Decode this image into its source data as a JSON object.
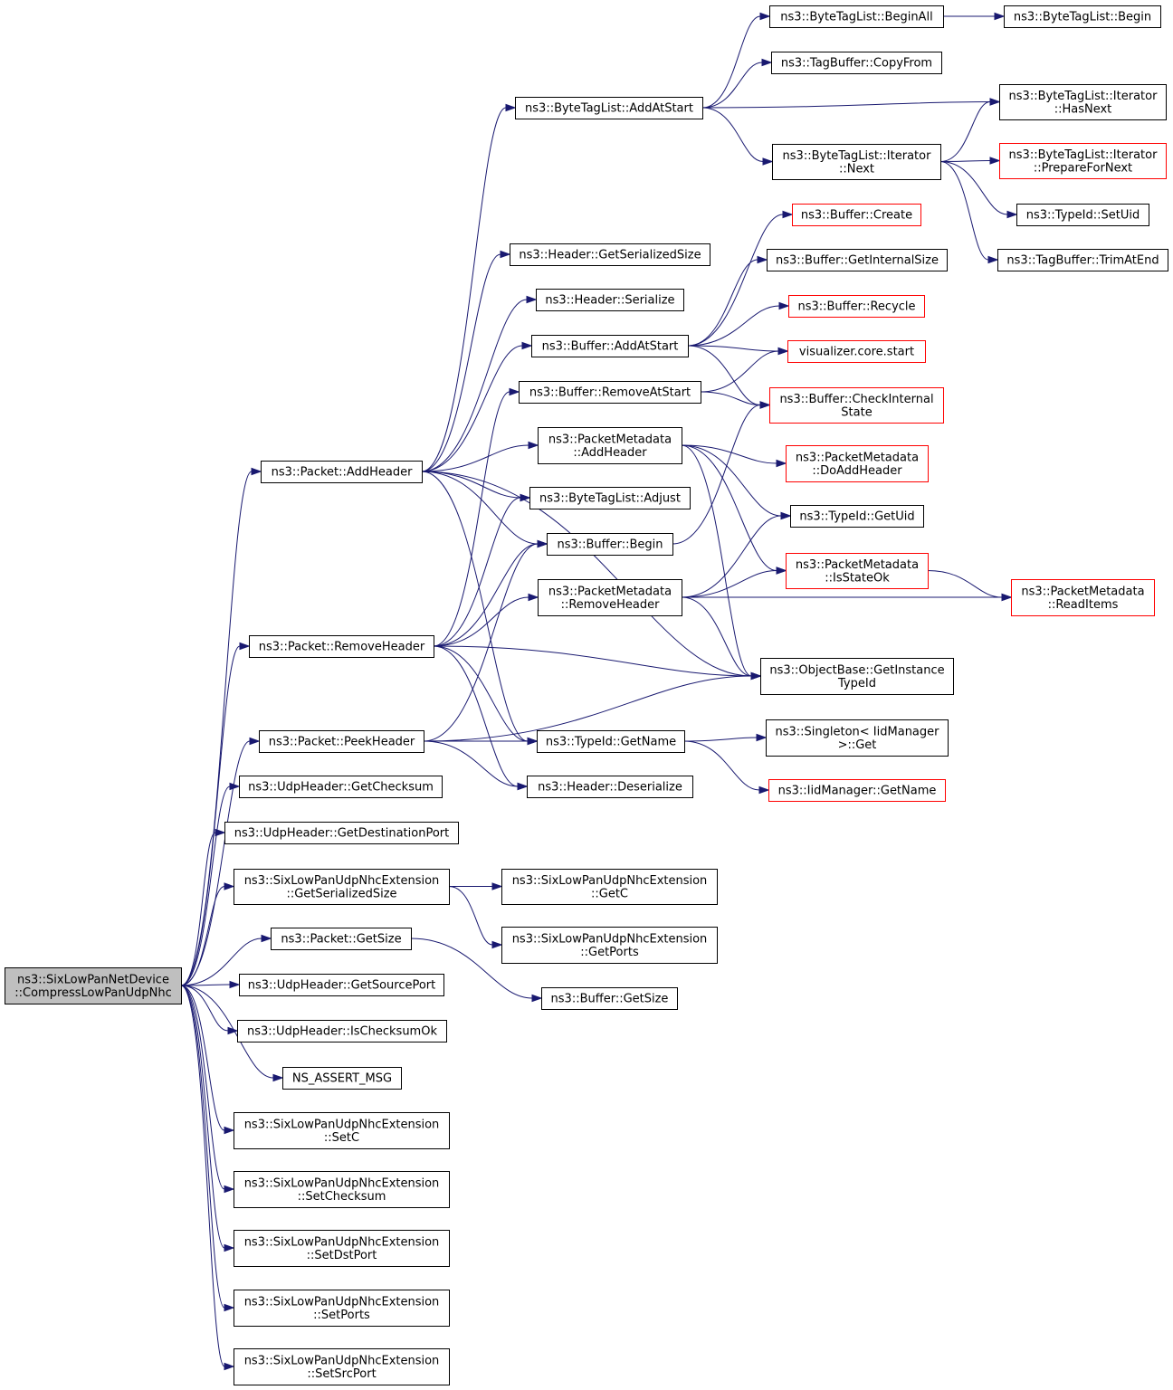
{
  "nodes": [
    {
      "id": "root",
      "lines": [
        "ns3::SixLowPanNetDevice",
        "::CompressLowPanUdpNhc"
      ],
      "style": "root"
    },
    {
      "id": "pkt_addheader",
      "lines": [
        "ns3::Packet::AddHeader"
      ],
      "style": "normal"
    },
    {
      "id": "pkt_removeheader",
      "lines": [
        "ns3::Packet::RemoveHeader"
      ],
      "style": "normal"
    },
    {
      "id": "pkt_peekheader",
      "lines": [
        "ns3::Packet::PeekHeader"
      ],
      "style": "normal"
    },
    {
      "id": "udp_getchecksum",
      "lines": [
        "ns3::UdpHeader::GetChecksum"
      ],
      "style": "normal"
    },
    {
      "id": "udp_getdstport",
      "lines": [
        "ns3::UdpHeader::GetDestinationPort"
      ],
      "style": "normal"
    },
    {
      "id": "nhc_getserializedsize",
      "lines": [
        "ns3::SixLowPanUdpNhcExtension",
        "::GetSerializedSize"
      ],
      "style": "normal"
    },
    {
      "id": "pkt_getsize",
      "lines": [
        "ns3::Packet::GetSize"
      ],
      "style": "normal"
    },
    {
      "id": "udp_getsrcport",
      "lines": [
        "ns3::UdpHeader::GetSourcePort"
      ],
      "style": "normal"
    },
    {
      "id": "udp_ischecksumok",
      "lines": [
        "ns3::UdpHeader::IsChecksumOk"
      ],
      "style": "normal"
    },
    {
      "id": "ns_assert_msg",
      "lines": [
        "NS_ASSERT_MSG"
      ],
      "style": "normal"
    },
    {
      "id": "nhc_setc",
      "lines": [
        "ns3::SixLowPanUdpNhcExtension",
        "::SetC"
      ],
      "style": "normal"
    },
    {
      "id": "nhc_setchecksum",
      "lines": [
        "ns3::SixLowPanUdpNhcExtension",
        "::SetChecksum"
      ],
      "style": "normal"
    },
    {
      "id": "nhc_setdstport",
      "lines": [
        "ns3::SixLowPanUdpNhcExtension",
        "::SetDstPort"
      ],
      "style": "normal"
    },
    {
      "id": "nhc_setports",
      "lines": [
        "ns3::SixLowPanUdpNhcExtension",
        "::SetPorts"
      ],
      "style": "normal"
    },
    {
      "id": "nhc_setsrcport",
      "lines": [
        "ns3::SixLowPanUdpNhcExtension",
        "::SetSrcPort"
      ],
      "style": "normal"
    },
    {
      "id": "btl_addatstart",
      "lines": [
        "ns3::ByteTagList::AddAtStart"
      ],
      "style": "normal"
    },
    {
      "id": "hdr_getserializedsize",
      "lines": [
        "ns3::Header::GetSerializedSize"
      ],
      "style": "normal"
    },
    {
      "id": "hdr_serialize",
      "lines": [
        "ns3::Header::Serialize"
      ],
      "style": "normal"
    },
    {
      "id": "buf_addatstart",
      "lines": [
        "ns3::Buffer::AddAtStart"
      ],
      "style": "normal"
    },
    {
      "id": "buf_removeatstart",
      "lines": [
        "ns3::Buffer::RemoveAtStart"
      ],
      "style": "normal"
    },
    {
      "id": "pm_addheader",
      "lines": [
        "ns3::PacketMetadata",
        "::AddHeader"
      ],
      "style": "normal"
    },
    {
      "id": "btl_adjust",
      "lines": [
        "ns3::ByteTagList::Adjust"
      ],
      "style": "normal"
    },
    {
      "id": "buf_begin",
      "lines": [
        "ns3::Buffer::Begin"
      ],
      "style": "normal"
    },
    {
      "id": "pm_removeheader",
      "lines": [
        "ns3::PacketMetadata",
        "::RemoveHeader"
      ],
      "style": "normal"
    },
    {
      "id": "typeid_getname",
      "lines": [
        "ns3::TypeId::GetName"
      ],
      "style": "normal"
    },
    {
      "id": "hdr_deserialize",
      "lines": [
        "ns3::Header::Deserialize"
      ],
      "style": "normal"
    },
    {
      "id": "nhc_getc",
      "lines": [
        "ns3::SixLowPanUdpNhcExtension",
        "::GetC"
      ],
      "style": "normal"
    },
    {
      "id": "nhc_getports",
      "lines": [
        "ns3::SixLowPanUdpNhcExtension",
        "::GetPorts"
      ],
      "style": "normal"
    },
    {
      "id": "buf_getsize",
      "lines": [
        "ns3::Buffer::GetSize"
      ],
      "style": "normal"
    },
    {
      "id": "btl_beginall",
      "lines": [
        "ns3::ByteTagList::BeginAll"
      ],
      "style": "normal"
    },
    {
      "id": "tagbuf_copyfrom",
      "lines": [
        "ns3::TagBuffer::CopyFrom"
      ],
      "style": "normal"
    },
    {
      "id": "btli_next",
      "lines": [
        "ns3::ByteTagList::Iterator",
        "::Next"
      ],
      "style": "normal"
    },
    {
      "id": "buf_create",
      "lines": [
        "ns3::Buffer::Create"
      ],
      "style": "red"
    },
    {
      "id": "buf_getinternalsize",
      "lines": [
        "ns3::Buffer::GetInternalSize"
      ],
      "style": "normal"
    },
    {
      "id": "buf_recycle",
      "lines": [
        "ns3::Buffer::Recycle"
      ],
      "style": "red"
    },
    {
      "id": "viz_core_start",
      "lines": [
        "visualizer.core.start"
      ],
      "style": "red"
    },
    {
      "id": "buf_checkinternalstate",
      "lines": [
        "ns3::Buffer::CheckInternal",
        "State"
      ],
      "style": "red"
    },
    {
      "id": "pm_doaddheader",
      "lines": [
        "ns3::PacketMetadata",
        "::DoAddHeader"
      ],
      "style": "red"
    },
    {
      "id": "typeid_getuid",
      "lines": [
        "ns3::TypeId::GetUid"
      ],
      "style": "normal"
    },
    {
      "id": "pm_isstateok",
      "lines": [
        "ns3::PacketMetadata",
        "::IsStateOk"
      ],
      "style": "red"
    },
    {
      "id": "objbase_getinstancetypeid",
      "lines": [
        "ns3::ObjectBase::GetInstance",
        "TypeId"
      ],
      "style": "normal"
    },
    {
      "id": "singleton_get",
      "lines": [
        "ns3::Singleton< IidManager",
        ">::Get"
      ],
      "style": "normal"
    },
    {
      "id": "iidmgr_getname",
      "lines": [
        "ns3::IidManager::GetName"
      ],
      "style": "red"
    },
    {
      "id": "btl_begin",
      "lines": [
        "ns3::ByteTagList::Begin"
      ],
      "style": "normal"
    },
    {
      "id": "btli_hasnext",
      "lines": [
        "ns3::ByteTagList::Iterator",
        "::HasNext"
      ],
      "style": "normal"
    },
    {
      "id": "btli_preparefornext",
      "lines": [
        "ns3::ByteTagList::Iterator",
        "::PrepareForNext"
      ],
      "style": "red"
    },
    {
      "id": "typeid_setuid",
      "lines": [
        "ns3::TypeId::SetUid"
      ],
      "style": "normal"
    },
    {
      "id": "tagbuf_trimatend",
      "lines": [
        "ns3::TagBuffer::TrimAtEnd"
      ],
      "style": "normal"
    },
    {
      "id": "pm_readitems",
      "lines": [
        "ns3::PacketMetadata",
        "::ReadItems"
      ],
      "style": "red"
    }
  ],
  "edges": [
    [
      "root",
      "pkt_addheader"
    ],
    [
      "root",
      "pkt_removeheader"
    ],
    [
      "root",
      "pkt_peekheader"
    ],
    [
      "root",
      "udp_getchecksum"
    ],
    [
      "root",
      "udp_getdstport"
    ],
    [
      "root",
      "nhc_getserializedsize"
    ],
    [
      "root",
      "pkt_getsize"
    ],
    [
      "root",
      "udp_getsrcport"
    ],
    [
      "root",
      "udp_ischecksumok"
    ],
    [
      "root",
      "ns_assert_msg"
    ],
    [
      "root",
      "nhc_setc"
    ],
    [
      "root",
      "nhc_setchecksum"
    ],
    [
      "root",
      "nhc_setdstport"
    ],
    [
      "root",
      "nhc_setports"
    ],
    [
      "root",
      "nhc_setsrcport"
    ],
    [
      "pkt_addheader",
      "btl_addatstart"
    ],
    [
      "pkt_addheader",
      "hdr_getserializedsize"
    ],
    [
      "pkt_addheader",
      "hdr_serialize"
    ],
    [
      "pkt_addheader",
      "buf_addatstart"
    ],
    [
      "pkt_addheader",
      "pm_addheader"
    ],
    [
      "pkt_addheader",
      "btl_adjust"
    ],
    [
      "pkt_addheader",
      "buf_begin"
    ],
    [
      "pkt_addheader",
      "objbase_getinstancetypeid"
    ],
    [
      "pkt_addheader",
      "typeid_getname"
    ],
    [
      "pkt_removeheader",
      "buf_removeatstart"
    ],
    [
      "pkt_removeheader",
      "btl_adjust"
    ],
    [
      "pkt_removeheader",
      "buf_begin"
    ],
    [
      "pkt_removeheader",
      "pm_removeheader"
    ],
    [
      "pkt_removeheader",
      "objbase_getinstancetypeid"
    ],
    [
      "pkt_removeheader",
      "typeid_getname"
    ],
    [
      "pkt_removeheader",
      "hdr_deserialize"
    ],
    [
      "pkt_peekheader",
      "buf_begin"
    ],
    [
      "pkt_peekheader",
      "typeid_getname"
    ],
    [
      "pkt_peekheader",
      "hdr_deserialize"
    ],
    [
      "pkt_peekheader",
      "objbase_getinstancetypeid"
    ],
    [
      "nhc_getserializedsize",
      "nhc_getc"
    ],
    [
      "nhc_getserializedsize",
      "nhc_getports"
    ],
    [
      "pkt_getsize",
      "buf_getsize"
    ],
    [
      "btl_addatstart",
      "btl_beginall"
    ],
    [
      "btl_addatstart",
      "tagbuf_copyfrom"
    ],
    [
      "btl_addatstart",
      "btli_hasnext"
    ],
    [
      "btl_addatstart",
      "btli_next"
    ],
    [
      "btl_beginall",
      "btl_begin"
    ],
    [
      "btli_next",
      "btli_hasnext"
    ],
    [
      "btli_next",
      "btli_preparefornext"
    ],
    [
      "btli_next",
      "typeid_setuid"
    ],
    [
      "btli_next",
      "tagbuf_trimatend"
    ],
    [
      "buf_addatstart",
      "buf_create"
    ],
    [
      "buf_addatstart",
      "buf_getinternalsize"
    ],
    [
      "buf_addatstart",
      "buf_recycle"
    ],
    [
      "buf_addatstart",
      "viz_core_start"
    ],
    [
      "buf_addatstart",
      "buf_checkinternalstate"
    ],
    [
      "buf_removeatstart",
      "viz_core_start"
    ],
    [
      "buf_removeatstart",
      "buf_checkinternalstate"
    ],
    [
      "pm_addheader",
      "pm_doaddheader"
    ],
    [
      "pm_addheader",
      "typeid_getuid"
    ],
    [
      "pm_addheader",
      "pm_isstateok"
    ],
    [
      "pm_addheader",
      "objbase_getinstancetypeid"
    ],
    [
      "buf_begin",
      "buf_checkinternalstate"
    ],
    [
      "pm_removeheader",
      "typeid_getuid"
    ],
    [
      "pm_removeheader",
      "pm_isstateok"
    ],
    [
      "pm_removeheader",
      "pm_readitems"
    ],
    [
      "pm_removeheader",
      "objbase_getinstancetypeid"
    ],
    [
      "pm_isstateok",
      "pm_readitems"
    ],
    [
      "typeid_getname",
      "singleton_get"
    ],
    [
      "typeid_getname",
      "iidmgr_getname"
    ]
  ]
}
